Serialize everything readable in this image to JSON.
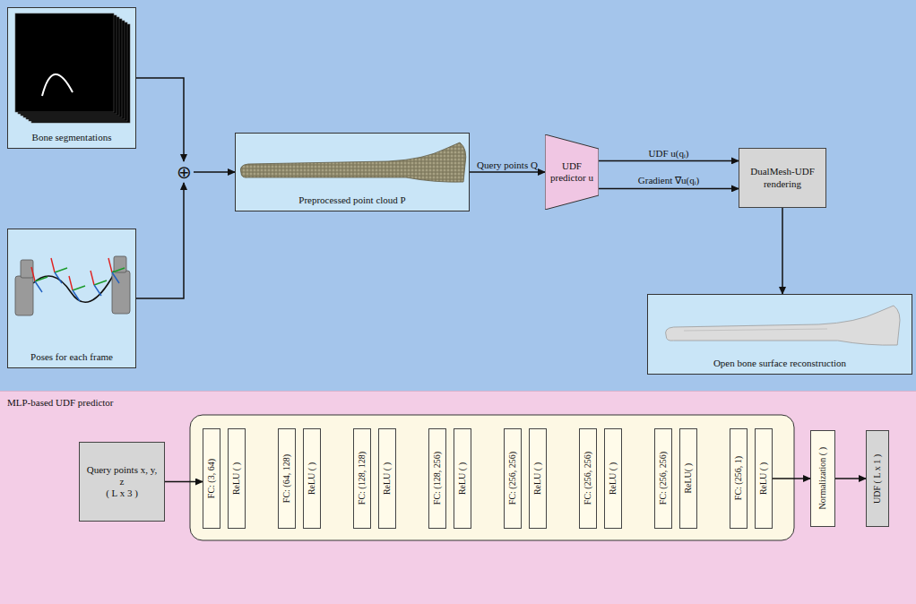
{
  "diagram": {
    "nodes": [
      {
        "text": [
          "Bone segmentations"
        ]
      },
      {
        "text": [
          "Poses for each frame"
        ]
      },
      {
        "text": [
          "⊕"
        ]
      },
      {
        "text": [
          "Preprocessed point cloud P"
        ]
      },
      {
        "text": [
          "UDF predictor u"
        ]
      },
      {
        "text": [
          "DualMesh-UDF rendering"
        ]
      },
      {
        "text": [
          "Open bone surface reconstruction"
        ]
      },
      {
        "text": [
          "Query points x, y, z",
          "( L x 3 )"
        ]
      },
      {
        "text": [
          "FC: (3, 64)"
        ]
      },
      {
        "text": [
          "ReLU ( )"
        ]
      },
      {
        "text": [
          "FC: (64, 128)"
        ]
      },
      {
        "text": [
          "ReLU ( )"
        ]
      },
      {
        "text": [
          "FC: (128, 128)"
        ]
      },
      {
        "text": [
          "ReLU ( )"
        ]
      },
      {
        "text": [
          "FC: (128, 256)"
        ]
      },
      {
        "text": [
          "ReLU ( )"
        ]
      },
      {
        "text": [
          "FC: (256, 256)"
        ]
      },
      {
        "text": [
          "ReLU ( )"
        ]
      },
      {
        "text": [
          "FC: (256, 256)"
        ]
      },
      {
        "text": [
          "ReLU ( )"
        ]
      },
      {
        "text": [
          "FC: (256, 256)"
        ]
      },
      {
        "text": [
          "ReLU( )"
        ]
      },
      {
        "text": [
          "FC: (256, 1)"
        ]
      },
      {
        "text": [
          "ReLU ( )"
        ]
      },
      {
        "text": [
          "Normalization ( )"
        ]
      },
      {
        "text": [
          "UDF ( L x 1 )"
        ]
      }
    ],
    "edges": [
      {
        "from": 0,
        "to": 2,
        "arrow": "to"
      },
      {
        "from": 1,
        "to": 2,
        "arrow": "to"
      },
      {
        "from": 2,
        "to": 3,
        "arrow": "to"
      },
      {
        "from": 3,
        "to": 4,
        "label": "Query points Q",
        "arrow": "to"
      },
      {
        "from": 4,
        "to": 5,
        "label": "UDF u(qᵢ)",
        "arrow": "to"
      },
      {
        "from": 4,
        "to": 5,
        "label": "Gradient ∇u(qᵢ)",
        "arrow": "to"
      },
      {
        "from": 5,
        "to": 6,
        "arrow": "to"
      },
      {
        "from": 7,
        "to": 8,
        "arrow": "to"
      },
      {
        "from": 23,
        "to": 24,
        "arrow": "to"
      },
      {
        "from": 24,
        "to": 25,
        "arrow": "to"
      }
    ],
    "labels": [
      "MLP-based UDF predictor"
    ]
  }
}
